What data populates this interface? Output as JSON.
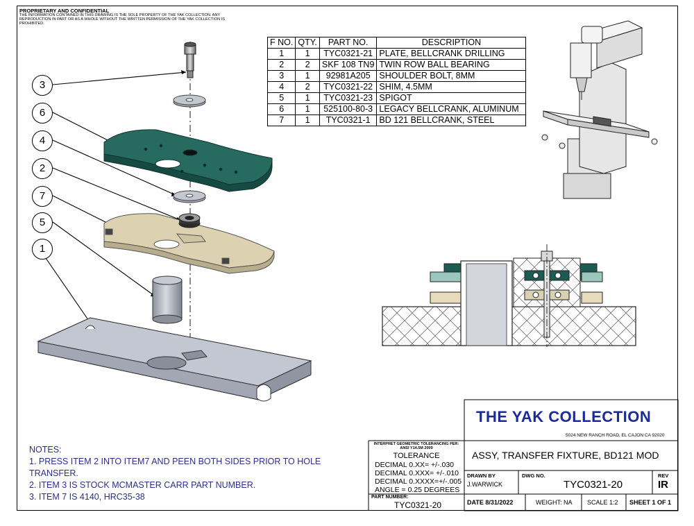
{
  "proprietary": {
    "title": "PROPRIETARY AND CONFIDENTIAL",
    "body": "THE INFORMATION CONTAINED IN THIS DRAWING IS THE SOLE PROPERTY OF THE YAK COLLECTION.  ANY REPRODUCTION IN PART OR AS A WHOLE WITHOUT THE WRITTEN PERMISSION OF THE YAK COLLECTION IS PROHIBITED."
  },
  "bom": {
    "headers": [
      "F NO.",
      "QTY.",
      "PART NO.",
      "DESCRIPTION"
    ],
    "rows": [
      [
        "1",
        "1",
        "TYC0321-21",
        "PLATE, BELLCRANK DRILLING"
      ],
      [
        "2",
        "2",
        "SKF 108 TN9",
        "TWIN ROW BALL BEARING"
      ],
      [
        "3",
        "1",
        "92981A205",
        "SHOULDER BOLT, 8MM"
      ],
      [
        "4",
        "2",
        "TYC0321-22",
        "SHIM, 4.5MM"
      ],
      [
        "5",
        "1",
        "TYC0321-23",
        "SPIGOT"
      ],
      [
        "6",
        "1",
        "525100-80-3",
        "LEGACY BELLCRANK, ALUMINUM"
      ],
      [
        "7",
        "1",
        "TYC0321-1",
        "BD 121 BELLCRANK, STEEL"
      ]
    ]
  },
  "callouts": [
    "3",
    "6",
    "4",
    "2",
    "7",
    "5",
    "1"
  ],
  "notes": {
    "heading": "NOTES:",
    "items": [
      "1. PRESS ITEM 2 INTO ITEM7 AND PEEN BOTH SIDES PRIOR TO HOLE TRANSFER.",
      "2. ITEM 3 IS STOCK MCMASTER CARR PART NUMBER.",
      "3. ITEM 7 IS 4140, HRC35-38"
    ]
  },
  "titleblock": {
    "company": "THE  YAK COLLECTION",
    "address": "5024 NEW RANCH ROAD, EL CAJON CA 92020",
    "tol_std": "INTERPRET GEOMETRIC TOLERANCING PER: ANSI Y14.5M 2009",
    "tol_title": "TOLERANCE",
    "tol_lines": [
      "DECIMAL 0.XX=  +/-.030",
      "DECIMAL 0.XXX= +/-.010",
      "DECIMAL 0.XXXX=+/-.005",
      "ANGLE = 0.25 DEGREES"
    ],
    "part_number_label": "PART NUMBER:",
    "part_number": "TYC0321-20",
    "title": "ASSY, TRANSFER FIXTURE, BD121 MOD",
    "drawn_by_label": "DRAWN BY",
    "drawn_by": "J.WARWICK",
    "dwg_no_label": "DWG NO.",
    "dwg_no": "TYC0321-20",
    "rev_label": "REV",
    "rev": "IR",
    "date": "DATE  8/31/2022",
    "weight": "WEIGHT:  NA",
    "scale": "SCALE  1:2",
    "sheet": "SHEET 1 OF 1"
  },
  "colors": {
    "bellcrank_aluminum": "#1f5c52",
    "bellcrank_steel": "#d9ceac",
    "steel_gray": "#b4b8c4",
    "company_blue": "#1a2a9c",
    "notes_blue": "#2b2f8a"
  }
}
